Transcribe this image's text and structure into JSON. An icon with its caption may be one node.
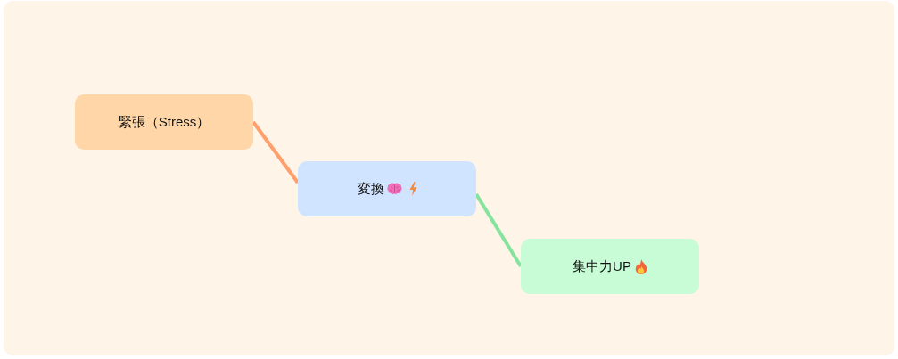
{
  "diagram": {
    "nodes": [
      {
        "text": [
          "緊張（Stress）"
        ]
      },
      {
        "text": [
          "変換"
        ]
      },
      {
        "text": [
          "集中力UP"
        ]
      }
    ],
    "edges": [
      {
        "from": 0,
        "to": 1,
        "arrow": "none",
        "color": "#ff9f6b"
      },
      {
        "from": 1,
        "to": 2,
        "arrow": "none",
        "color": "#86e39d"
      }
    ]
  }
}
